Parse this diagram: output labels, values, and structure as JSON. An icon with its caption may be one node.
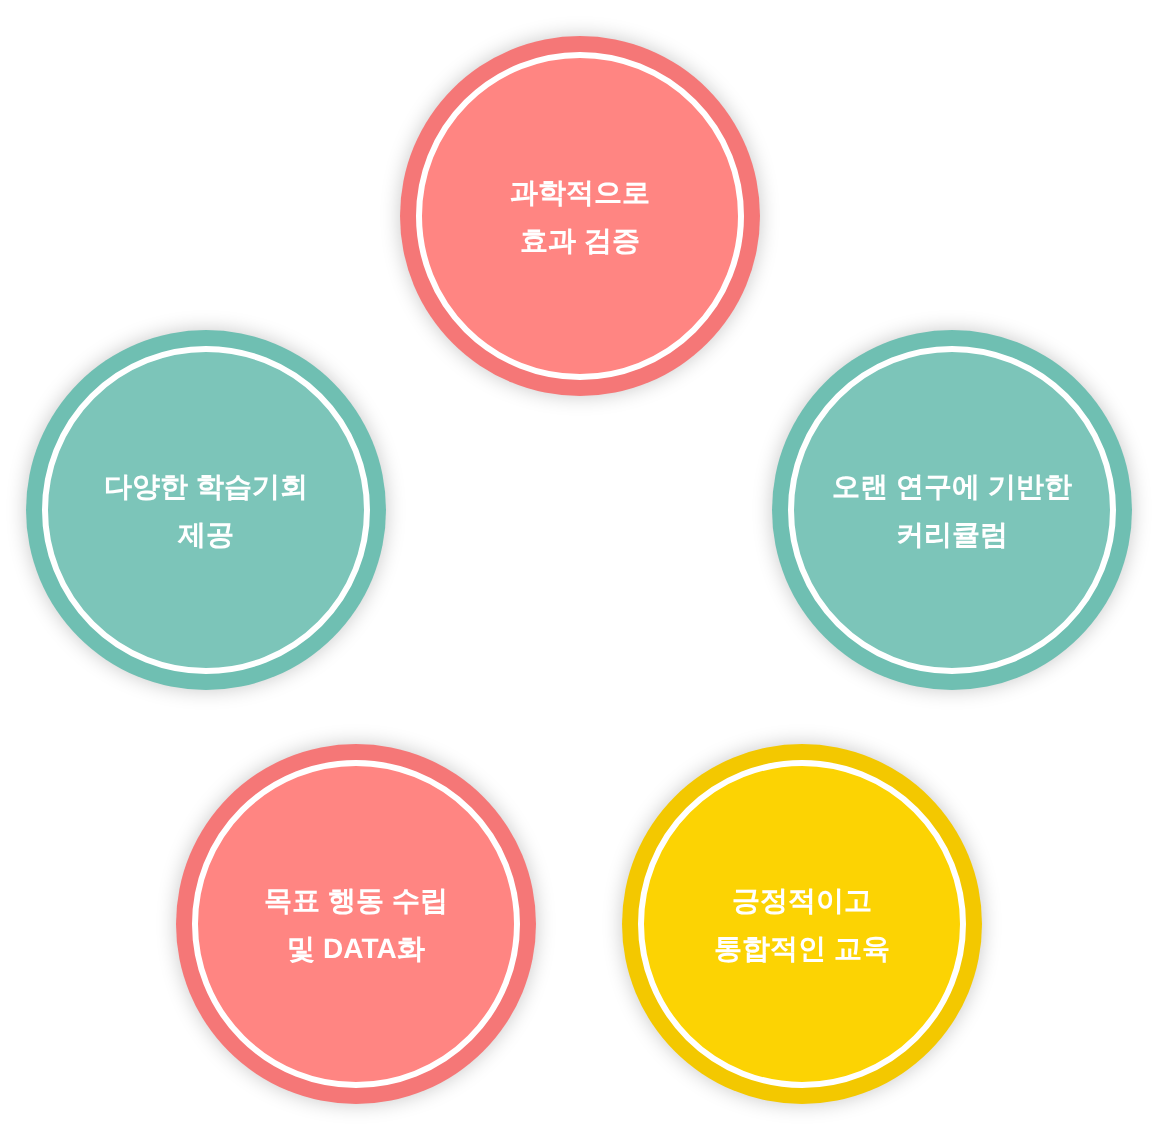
{
  "diagram": {
    "nodes": [
      {
        "text": [
          "과학적으로 효과 검증"
        ]
      },
      {
        "text": [
          "다양한 학습기회 제공"
        ]
      },
      {
        "text": [
          "오랜 연구에 기반한 커리큘럼"
        ]
      },
      {
        "text": [
          "목표 행동 수립 및 DATA화"
        ]
      },
      {
        "text": [
          "긍정적이고 통합적인 교육"
        ]
      }
    ]
  }
}
